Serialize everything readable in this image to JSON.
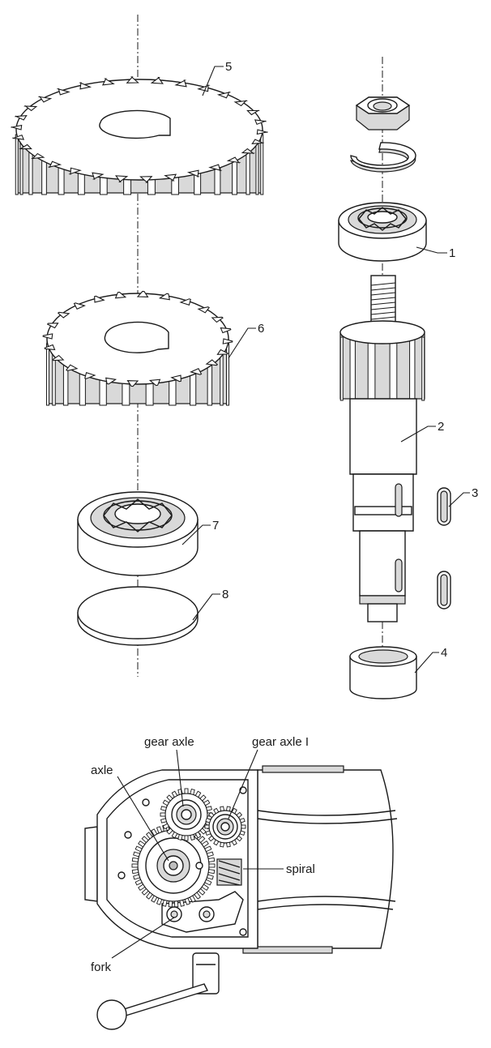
{
  "part_numbers": {
    "p1": "1",
    "p2": "2",
    "p3": "3",
    "p4": "4",
    "p5": "5",
    "p6": "6",
    "p7": "7",
    "p8": "8"
  },
  "labels": {
    "gear_axle": "gear axle",
    "gear_axle_i": "gear axle I",
    "axle": "axle",
    "spiral": "spiral",
    "fork": "fork"
  }
}
